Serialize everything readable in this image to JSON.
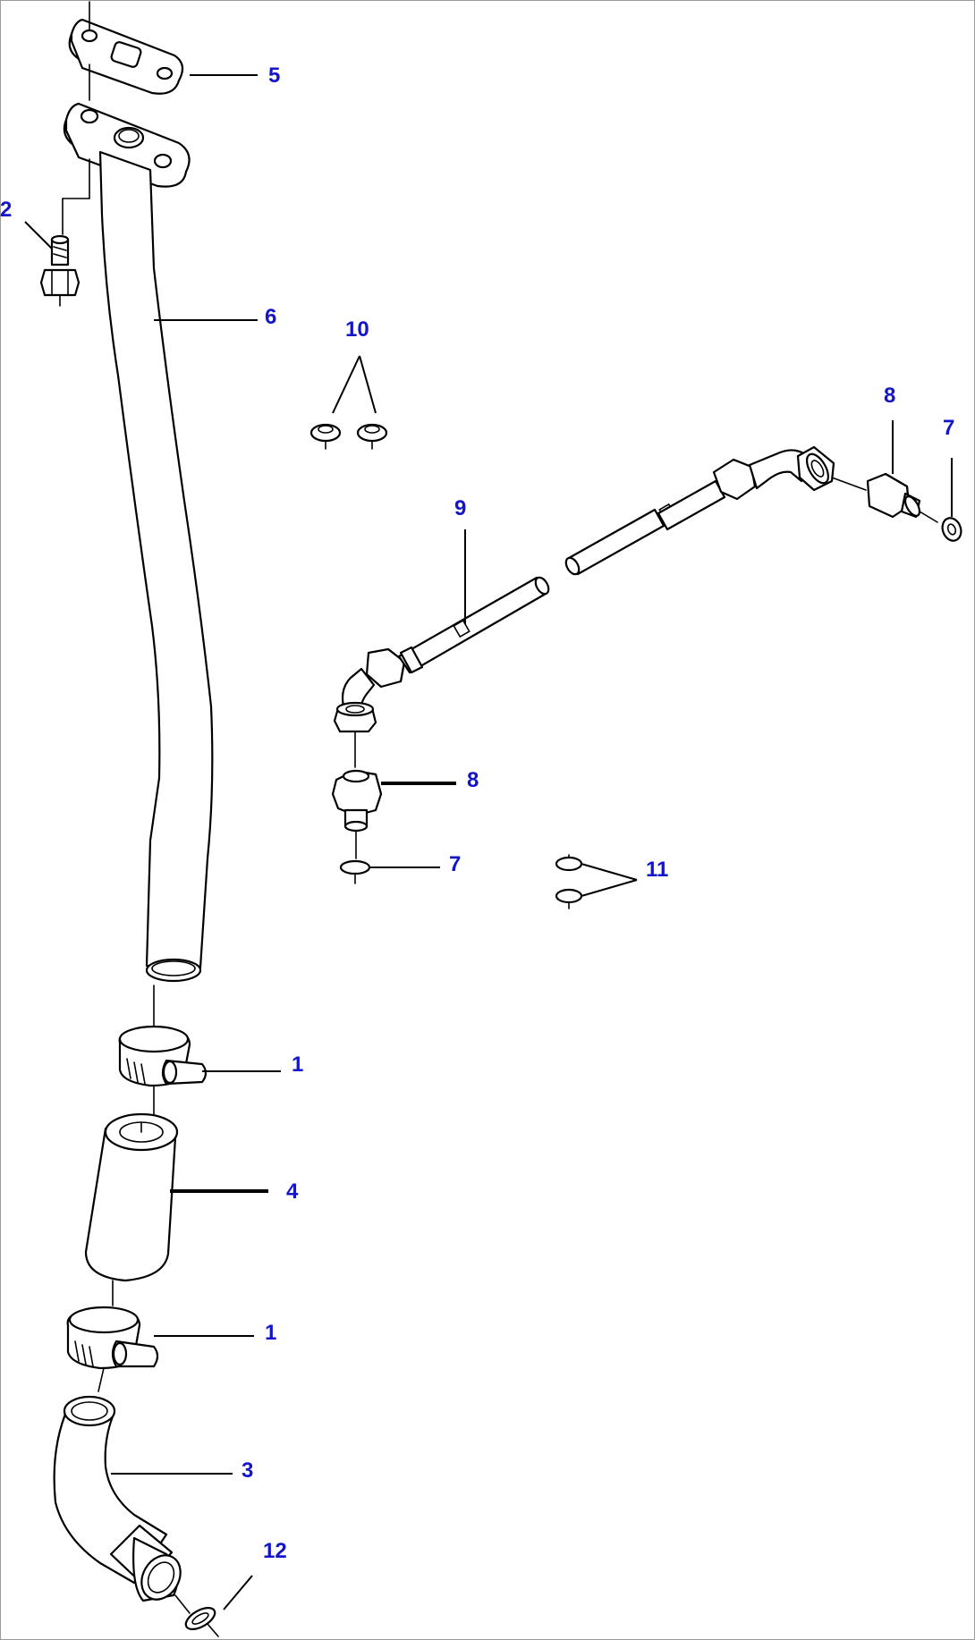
{
  "diagram": {
    "callouts": {
      "c1a": "1",
      "c1b": "1",
      "c2": "2",
      "c3": "3",
      "c4": "4",
      "c5": "5",
      "c6": "6",
      "c7a": "7",
      "c7b": "7",
      "c8a": "8",
      "c8b": "8",
      "c9": "9",
      "c10": "10",
      "c11": "11",
      "c12": "12"
    },
    "colors": {
      "callout": "#1414c8",
      "line": "#000000",
      "frame": "#9a9a9a"
    }
  }
}
